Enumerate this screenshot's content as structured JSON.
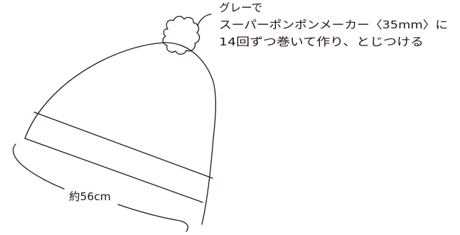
{
  "pompom_note": {
    "line1": "グレーで",
    "line2": "スーパーポンポンメーカー〈35mm〉に",
    "line3": "14回ずつ巻いて作り、とじつける"
  },
  "measurement": {
    "circumference_label": "約56cm"
  },
  "colors": {
    "line": "#231815",
    "background": "#ffffff"
  }
}
